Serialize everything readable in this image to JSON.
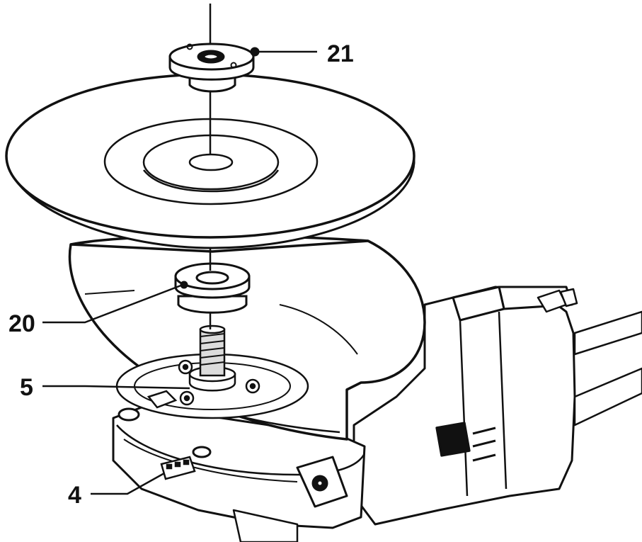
{
  "callouts": {
    "spindle_clamp_nut": "21",
    "backing_flange": "20",
    "spindle": "5",
    "spindle_lock": "4"
  },
  "colors": {
    "line": "#111111",
    "fill": "#ffffff",
    "shade": "#dcdcdc"
  }
}
